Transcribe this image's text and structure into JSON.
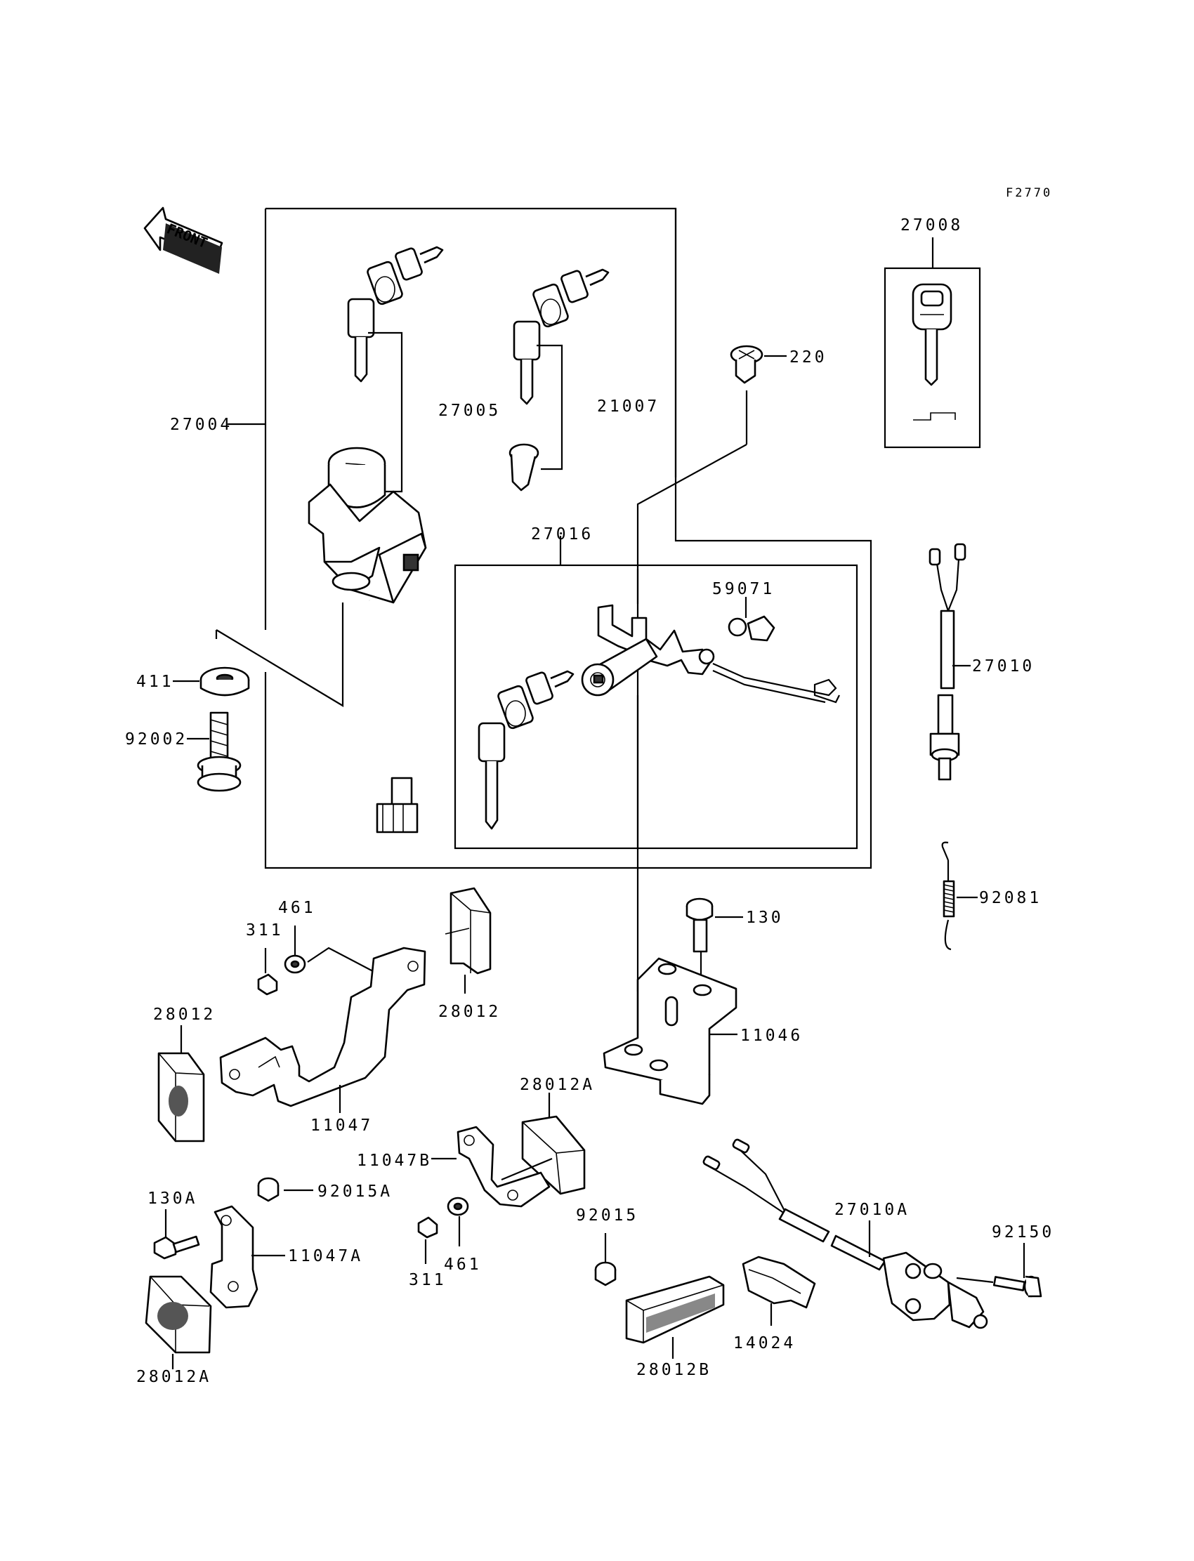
{
  "diagram": {
    "code": "F2770",
    "front_label": "FRONT",
    "labels": {
      "p27008": "27008",
      "p220": "220",
      "p27005": "27005",
      "p21007": "21007",
      "p27004": "27004",
      "p27016": "27016",
      "p59071": "59071",
      "p27010": "27010",
      "p411": "411",
      "p92002": "92002",
      "p92081": "92081",
      "p130": "130",
      "p461a": "461",
      "p311a": "311",
      "p28012a": "28012",
      "p28012b": "28012",
      "p11046": "11046",
      "p11047": "11047",
      "p28012A_top": "28012A",
      "p11047B": "11047B",
      "p130A": "130A",
      "p92015A": "92015A",
      "p11047A": "11047A",
      "p92015": "92015",
      "p27010A": "27010A",
      "p92150": "92150",
      "p461b": "461",
      "p311b": "311",
      "p14024": "14024",
      "p28012A_bot": "28012A",
      "p28012B": "28012B"
    }
  }
}
